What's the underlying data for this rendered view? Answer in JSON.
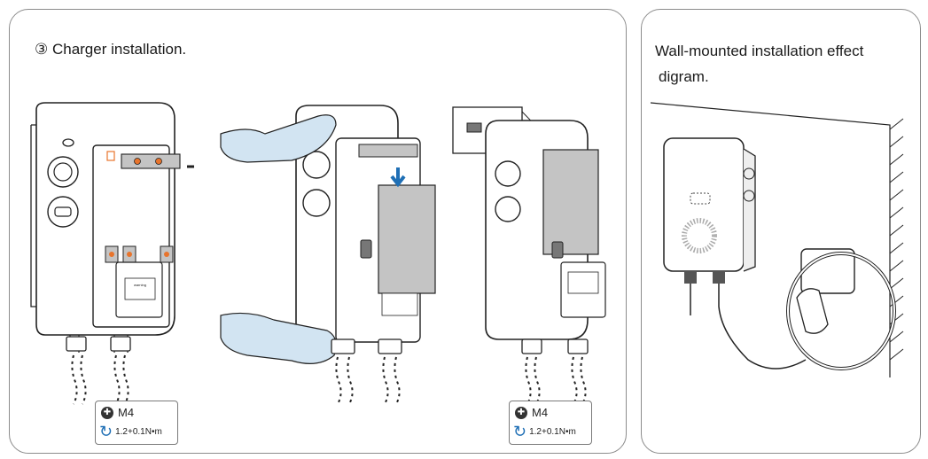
{
  "left_panel": {
    "title": "③ Charger installation."
  },
  "right_panel": {
    "title_line1": "Wall-mounted installation effect",
    "title_line2": "digram."
  },
  "torque_spec_1": {
    "screw": "M4",
    "torque": "1.2+0.1N•m"
  },
  "torque_spec_2": {
    "screw": "M4",
    "torque": "1.2+0.1N•m"
  },
  "icons": [
    "screw-head-icon",
    "rotation-arrow-icon",
    "down-arrow-icon",
    "glove-hand-icon"
  ],
  "colors": {
    "border": "#8c8c8c",
    "arrow_blue": "#1f6fb5",
    "screw_orange": "#e8742c",
    "bracket_gray": "#b9b9b9"
  }
}
